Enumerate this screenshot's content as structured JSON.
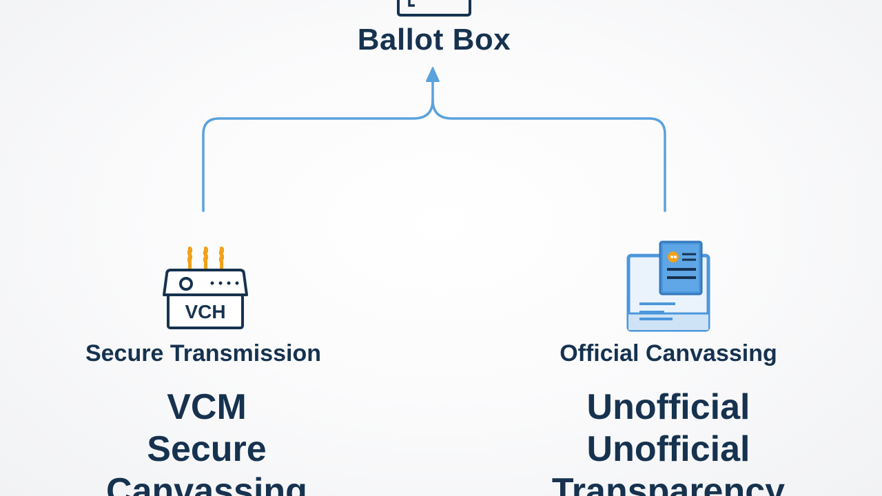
{
  "diagram": {
    "top_node": {
      "label": "Ballot Box",
      "icon": "ballot-box-icon"
    },
    "left_node": {
      "label": "Secure Transmission",
      "icon": "vcm-machine-icon",
      "icon_text": "VCH",
      "items": [
        "VCM",
        "Secure",
        "Canvassing"
      ]
    },
    "right_node": {
      "label": "Official Canvassing",
      "icon": "documents-icon",
      "items": [
        "Unofficial",
        "Unofficial",
        "Transparency"
      ]
    },
    "colors": {
      "text": "#16324f",
      "connector": "#5aa2dd",
      "icon_accent": "#f0a21a",
      "icon_blue": "#4c97dc"
    }
  }
}
